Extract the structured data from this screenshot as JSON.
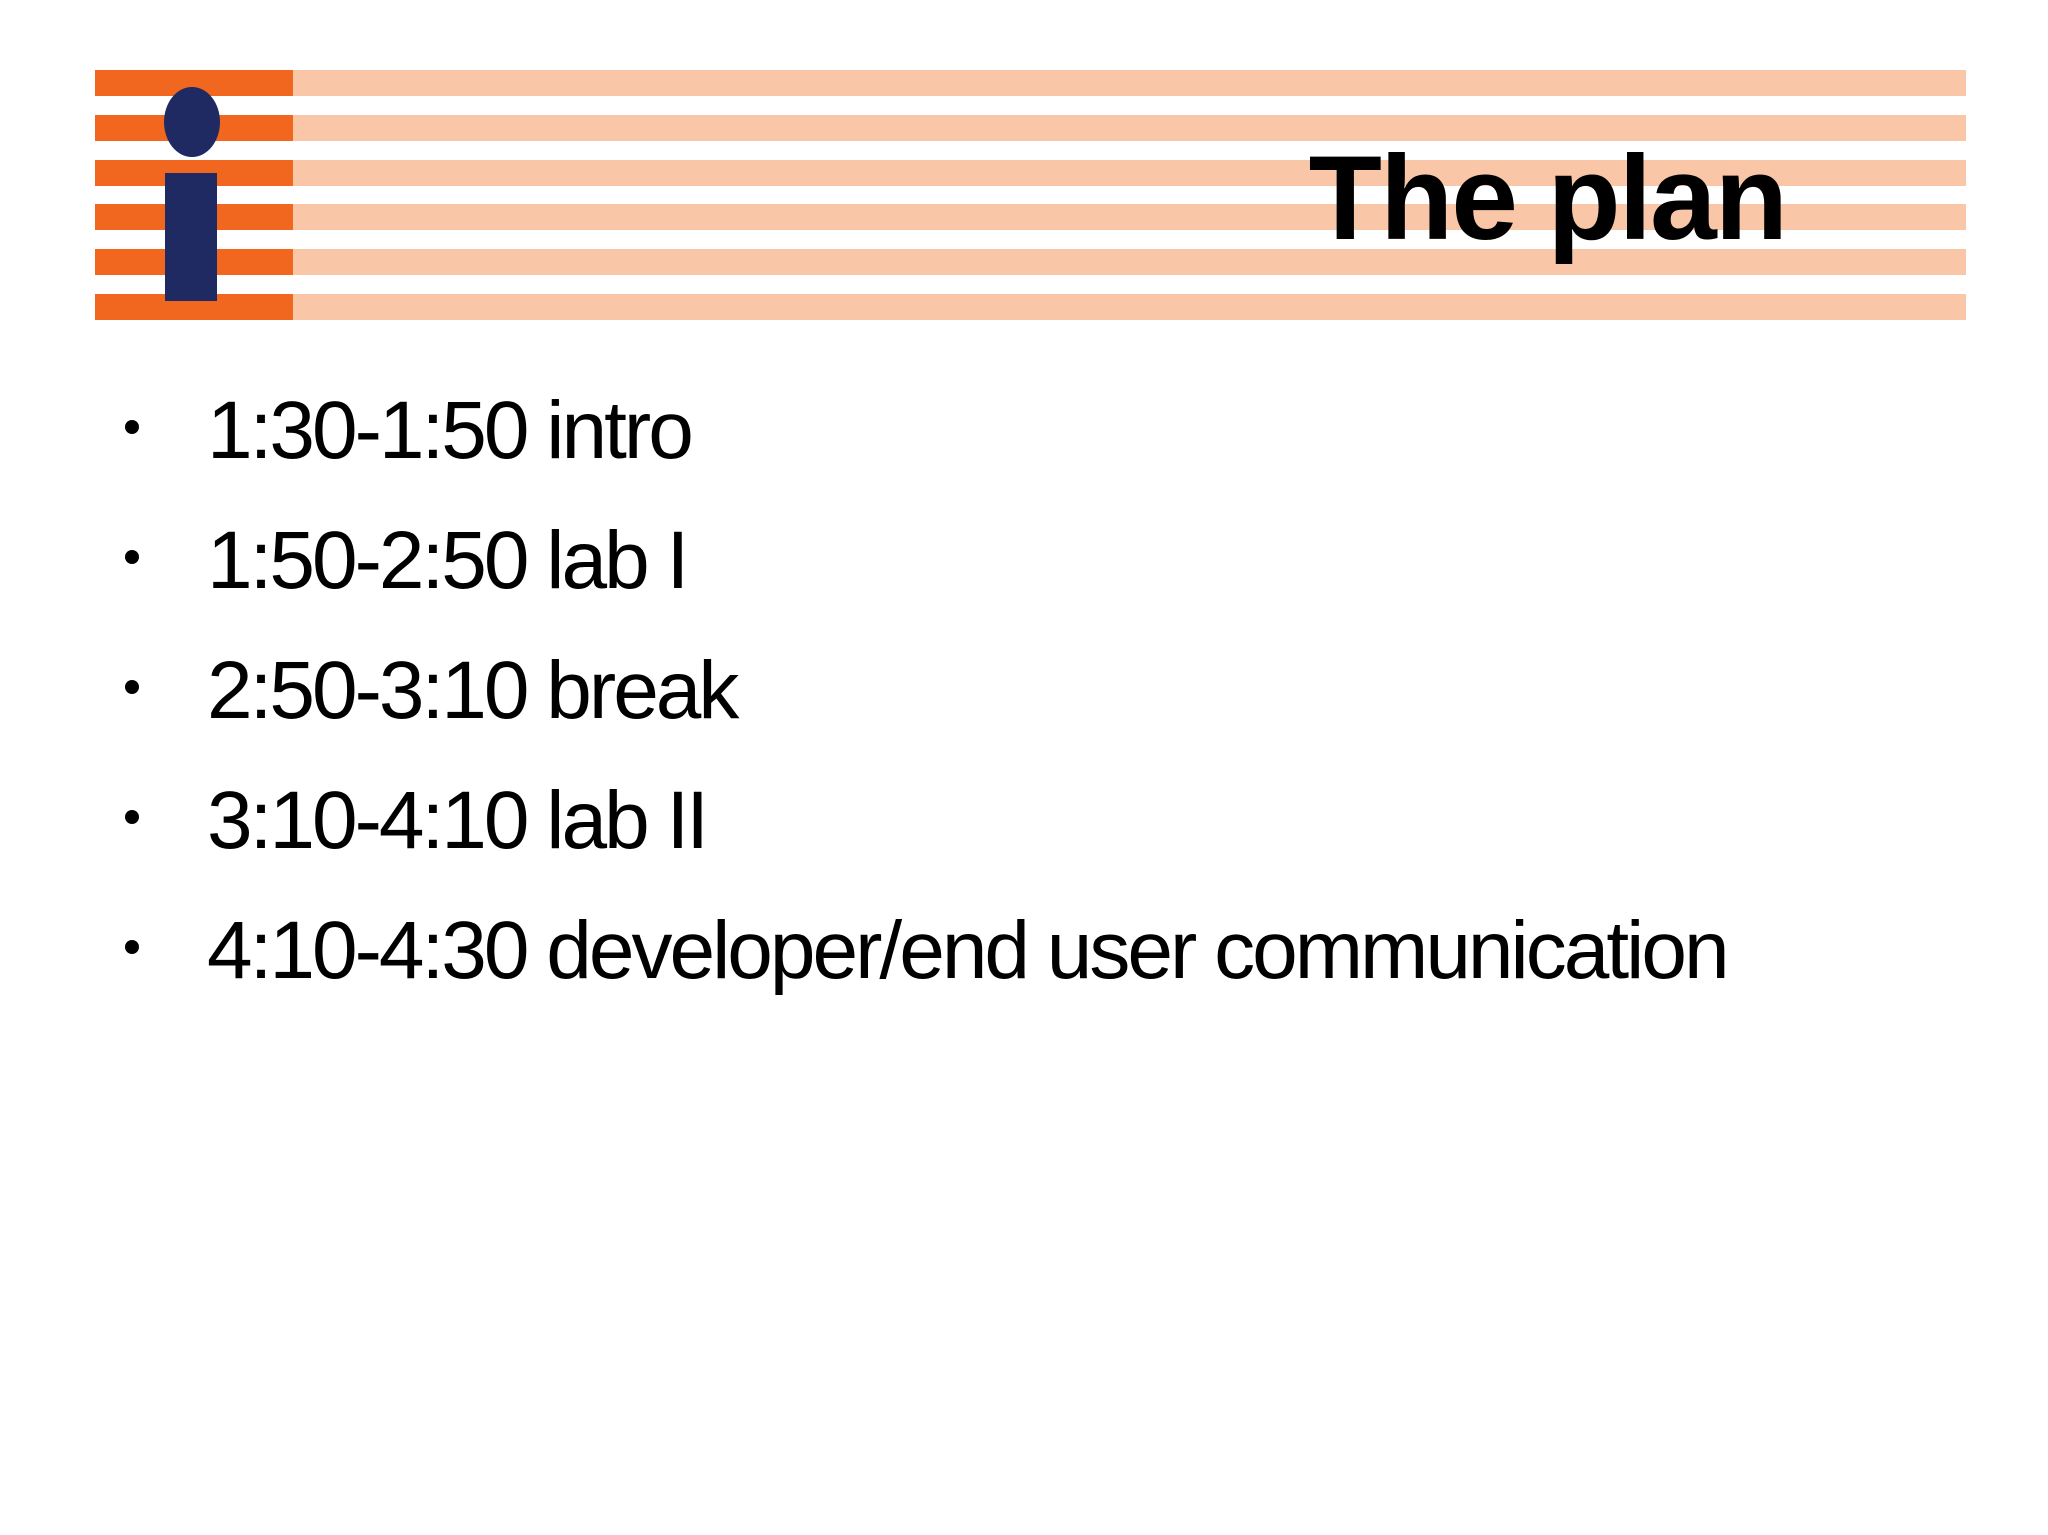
{
  "slide": {
    "title": "The plan",
    "bullets": [
      "1:30-1:50 intro",
      "1:50-2:50 lab I",
      "2:50-3:10 break",
      "3:10-4:10 lab II",
      "4:10-4:30 developer/end user communication"
    ]
  },
  "logo": {
    "glyph": "i"
  },
  "colors": {
    "accent_orange": "#F1671F",
    "accent_salmon": "#F9C7A7",
    "logo_navy": "#1F2A63",
    "text": "#000000"
  }
}
